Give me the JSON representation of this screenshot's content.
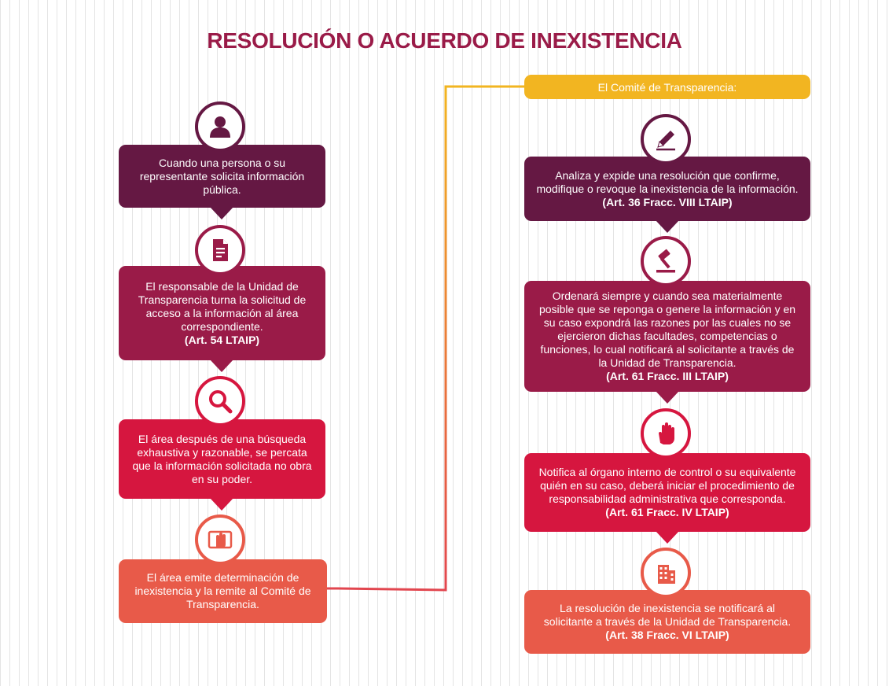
{
  "title": "RESOLUCIÓN O ACUERDO DE INEXISTENCIA",
  "committee_label": "El Comité de Transparencia:",
  "colors": {
    "title": "#9a1b48",
    "committee": "#f2b521",
    "connector_top": "#f2b521",
    "connector_bottom": "#e2464f"
  },
  "left_steps": [
    {
      "icon": "person-icon",
      "color": "#651843",
      "text": "Cuando una persona o su representante solicita información pública.",
      "ref": ""
    },
    {
      "icon": "document-icon",
      "color": "#9a1b48",
      "text": "El responsable de la Unidad de Transparencia turna la solicitud de acceso a la información al área correspondiente.",
      "ref": "(Art. 54 LTAIP)"
    },
    {
      "icon": "magnifier-icon",
      "color": "#d6163f",
      "text": "El área después de una búsqueda exhaustiva y razonable, se percata que la información solicitada no obra en su poder.",
      "ref": ""
    },
    {
      "icon": "hand-stop-icon",
      "color": "#e85a49",
      "text": "El área emite determinación de inexistencia y la remite al Comité de Transparencia.",
      "ref": ""
    }
  ],
  "right_steps": [
    {
      "icon": "pencil-icon",
      "color": "#651843",
      "text": "Analiza y expide una resolución que confirme, modifique o revoque la inexistencia de la información.",
      "ref": "(Art. 36 Fracc. VIII LTAIP)"
    },
    {
      "icon": "gavel-icon",
      "color": "#9a1b48",
      "text": "Ordenará siempre y cuando sea materialmente posible que se reponga o genere la información y en su caso expondrá las razones por las cuales no se ejercieron dichas facultades, competencias o funciones, lo cual notificará al solicitante a través de la Unidad de Transparencia.",
      "ref": "(Art. 61 Fracc. III LTAIP)"
    },
    {
      "icon": "hand-icon",
      "color": "#d6163f",
      "text": "Notifica al órgano interno de control o su equivalente quién en su caso, deberá iniciar el procedimiento de responsabilidad administrativa que corresponda.",
      "ref": "(Art. 61 Fracc. IV LTAIP)"
    },
    {
      "icon": "building-icon",
      "color": "#e85a49",
      "text": "La resolución de inexistencia se notificará al solicitante a través de la Unidad de Transparencia.",
      "ref": "(Art. 38 Fracc. VI LTAIP)"
    }
  ]
}
